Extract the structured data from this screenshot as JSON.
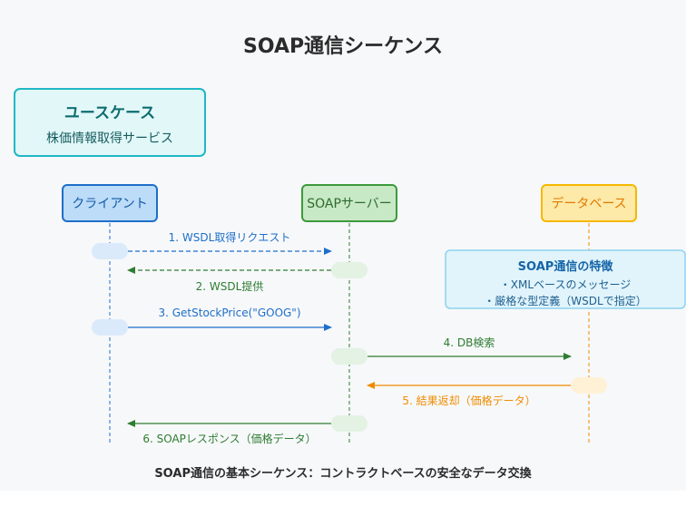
{
  "title": "SOAP通信シーケンス",
  "caption": "SOAP通信の基本シーケンス：コントラクトベースの安全なデータ交換",
  "use_case": {
    "heading": "ユースケース",
    "description": "株価情報取得サービス"
  },
  "actors": [
    {
      "id": "client",
      "label": "クライアント"
    },
    {
      "id": "server",
      "label": "SOAPサーバー"
    },
    {
      "id": "db",
      "label": "データベース"
    }
  ],
  "messages": [
    {
      "label": "1. WSDL取得リクエスト",
      "from": "client",
      "to": "server",
      "style": "dashed",
      "color": "#1e6fc9"
    },
    {
      "label": "2. WSDL提供",
      "from": "server",
      "to": "client",
      "style": "dashed",
      "color": "#2e7d32"
    },
    {
      "label": "3. GetStockPrice(\"GOOG\")",
      "from": "client",
      "to": "server",
      "style": "solid",
      "color": "#1e6fc9"
    },
    {
      "label": "4. DB検索",
      "from": "server",
      "to": "db",
      "style": "solid",
      "color": "#2e7d32"
    },
    {
      "label": "5. 結果返却（価格データ）",
      "from": "db",
      "to": "server",
      "style": "solid",
      "color": "#f08c00"
    },
    {
      "label": "6. SOAPレスポンス（価格データ）",
      "from": "server",
      "to": "client",
      "style": "solid",
      "color": "#2e7d32"
    }
  ],
  "features": {
    "heading": "SOAP通信の特徴",
    "items": [
      "・XMLベースのメッセージ",
      "・厳格な型定義（WSDLで指定）"
    ]
  },
  "colors": {
    "client": "#1e6fc9",
    "server": "#2e7d32",
    "db": "#f08c00"
  }
}
